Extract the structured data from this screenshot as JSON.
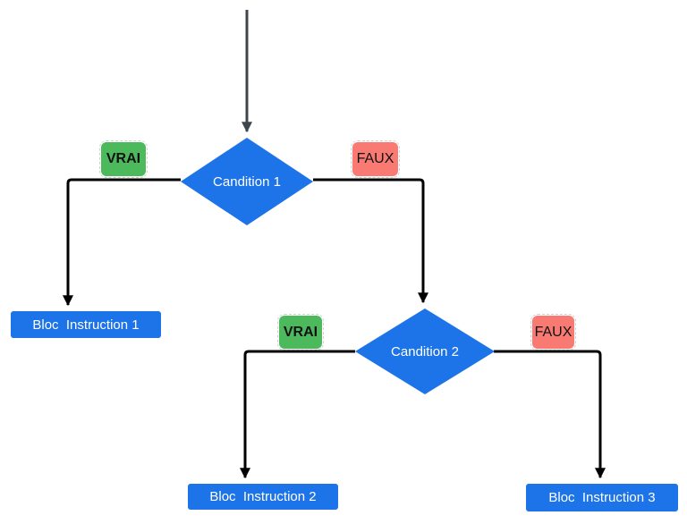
{
  "colors": {
    "canvas_bg": "#ffffff",
    "shape_blue": "#1d73e8",
    "true_green": "#4cba5c",
    "false_red": "#f87a72",
    "connector_black": "#000000",
    "start_arrow_gray": "#3e454d",
    "shape_text_white": "#ffffff",
    "label_text_black": "#111111"
  },
  "flowchart": {
    "condition_1": {
      "label": "Candition 1"
    },
    "condition_2": {
      "label": "Candition 2"
    },
    "block_1": {
      "label": "Bloc  Instruction 1"
    },
    "block_2": {
      "label": "Bloc  Instruction 2"
    },
    "block_3": {
      "label": "Bloc  Instruction 3"
    },
    "true_label": "VRAI",
    "false_label": "FAUX"
  }
}
